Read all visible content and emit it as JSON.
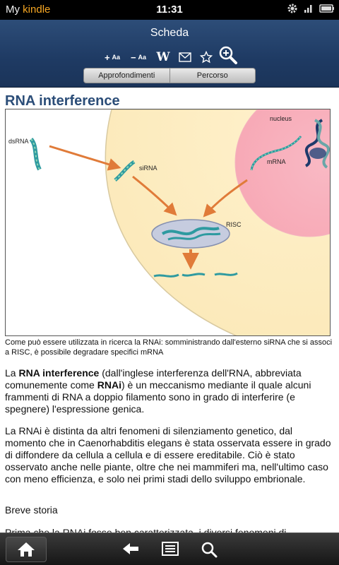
{
  "status": {
    "app_prefix": "My ",
    "app_brand": "kindle",
    "time": "11:31"
  },
  "header": {
    "title": "Scheda",
    "tools": {
      "font_increase": "+",
      "font_decrease": "−",
      "font_label": "Aa",
      "wikipedia": "W"
    },
    "tabs": [
      "Approfondimenti",
      "Percorso"
    ]
  },
  "article": {
    "title": "RNA interference",
    "figure_labels": {
      "dsrna": "dsRNA",
      "sirna": "siRNA",
      "nucleus": "nucleus",
      "mrna": "mRNA",
      "risc": "RISC"
    },
    "caption": "Come può essere utilizzata in ricerca la RNAi: somministrando dall'esterno siRNA che si associ a RISC, è possibile degradare specifici mRNA",
    "p1": {
      "a": "La ",
      "b": "RNA interference",
      "c": " (dall'inglese interferenza dell'RNA, abbreviata comunemente come ",
      "d": "RNAi",
      "e": ") è un meccanismo mediante il quale alcuni frammenti di RNA a doppio filamento sono in grado di interferire (e spegnere) l'espressione genica."
    },
    "p2": "La RNAi è distinta da altri fenomeni di silenziamento genetico, dal momento che in Caenorhabditis elegans è stata osservata essere in grado di diffondere da cellula a cellula e di essere ereditabile. Ciò è stato osservato anche nelle piante, oltre che nei mammiferi ma, nell'ultimo caso con meno efficienza, e solo nei primi stadi dello sviluppo embrionale.",
    "p3": "Breve storia",
    "p4": "Prima che la RNAi fosse ben caratterizzata, i diversi fenomeni di"
  },
  "icons": [
    "gear-icon",
    "signal-icon",
    "battery-icon",
    "mail-icon",
    "star-icon",
    "zoom-icon",
    "home-icon",
    "back-arrow-icon",
    "menu-icon",
    "search-icon"
  ],
  "colors": {
    "header": "#1e3a63",
    "title": "#2b4d78",
    "brand": "#f5a623",
    "arrow": "#e07b39",
    "strand": "#2e9aa0"
  }
}
